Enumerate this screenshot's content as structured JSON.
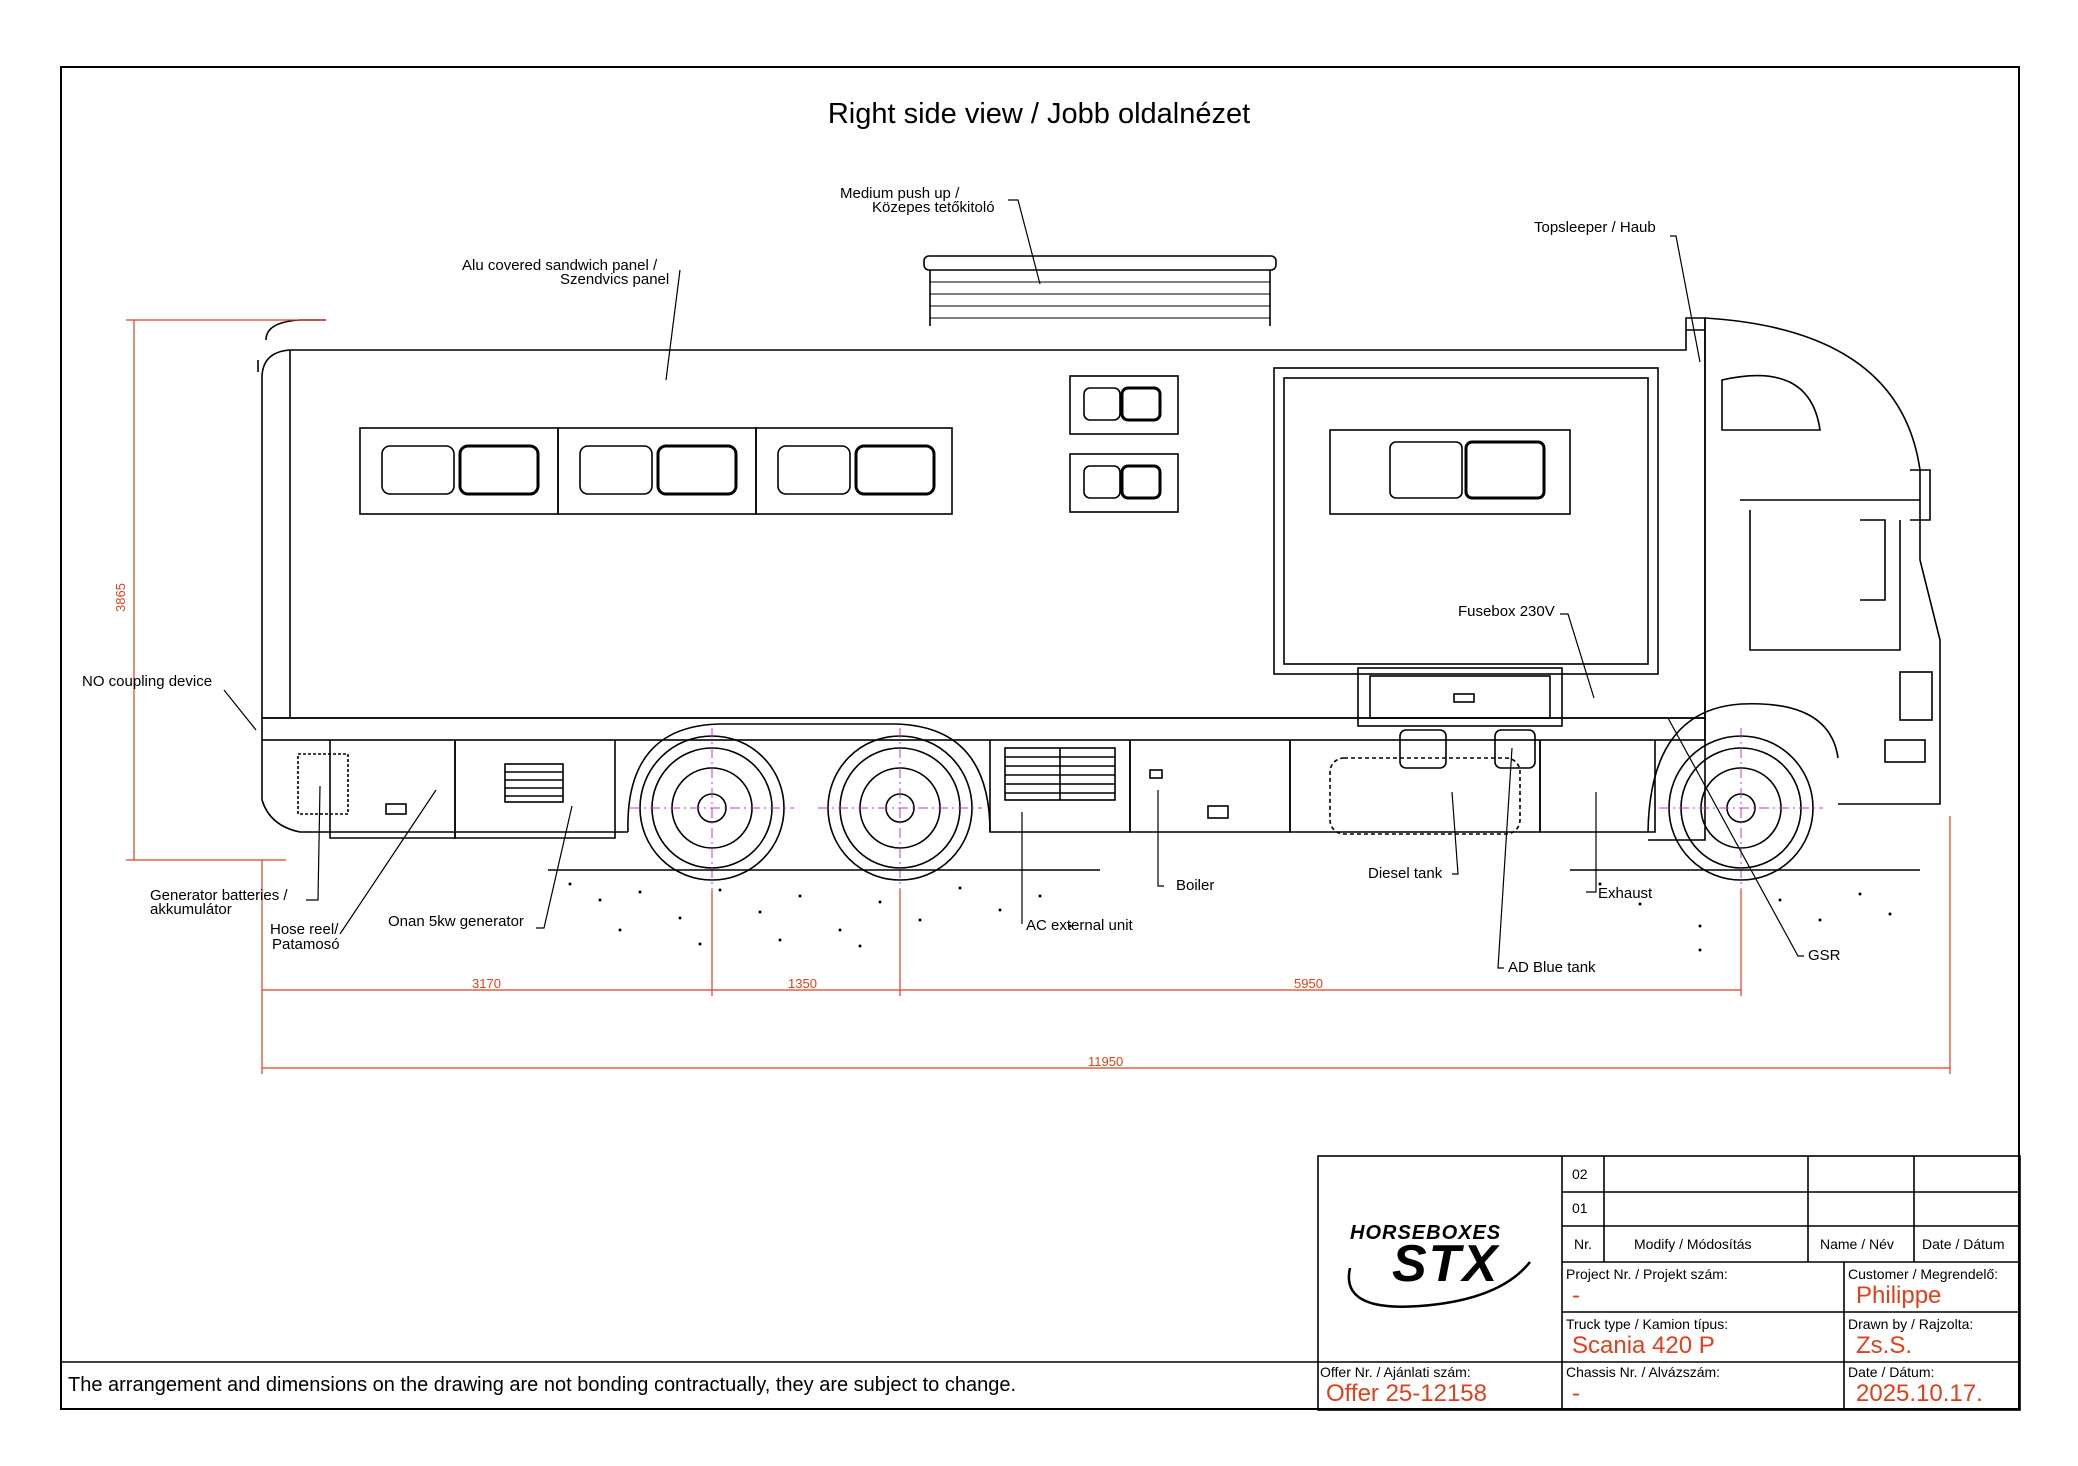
{
  "title": "Right side view / Jobb oldalnézet",
  "labels": {
    "medium_push_up": "Medium push up /",
    "kozepes_tetokitolo": "Közepes tetőkitoló",
    "alu_panel": "Alu covered sandwich panel /",
    "szendvics_panel": "Szendvics panel",
    "topsleeper": "Topsleeper / Haub",
    "fusebox": "Fusebox 230V",
    "no_coupling": "NO coupling device",
    "generator_batteries": "Generator batteries /",
    "akkumulator": "akkumulátor",
    "hose_reel": "Hose reel/",
    "patamoso": "Patamosó",
    "onan": "Onan 5kw generator",
    "boiler": "Boiler",
    "ac_external": "AC external unit",
    "diesel_tank": "Diesel tank",
    "exhaust": "Exhaust",
    "ad_blue": "AD Blue tank",
    "gsr": "GSR"
  },
  "dimensions": {
    "height": "3865",
    "rear_overhang": "3170",
    "axle_spacing": "1350",
    "wheelbase": "5950",
    "total_length": "11950"
  },
  "title_block": {
    "rev_02": "02",
    "rev_01": "01",
    "nr_header": "Nr.",
    "modify_header": "Modify / Módosítás",
    "name_header": "Name / Név",
    "date_header": "Date / Dátum",
    "logo_top": "HORSEBOXES",
    "logo_main": "STX",
    "project_label": "Project Nr. / Projekt szám:",
    "project_value": "-",
    "customer_label": "Customer / Megrendelő:",
    "customer_value": "Philippe",
    "truck_label": "Truck type / Kamion típus:",
    "truck_value": "Scania 420 P",
    "drawn_label": "Drawn by / Rajzolta:",
    "drawn_value": "Zs.S.",
    "offer_label": "Offer Nr. / Ajánlati szám:",
    "offer_value": "Offer 25-12158",
    "chassis_label": "Chassis Nr. / Alvázszám:",
    "chassis_value": "-",
    "date_label": "Date / Dátum:",
    "date_value": "2025.10.17."
  },
  "disclaimer": "The arrangement and dimensions on the drawing are not bonding contractually, they are subject to change.",
  "colors": {
    "dimension": "#e0401c",
    "centerline": "#cc33cc",
    "line": "#000000"
  }
}
